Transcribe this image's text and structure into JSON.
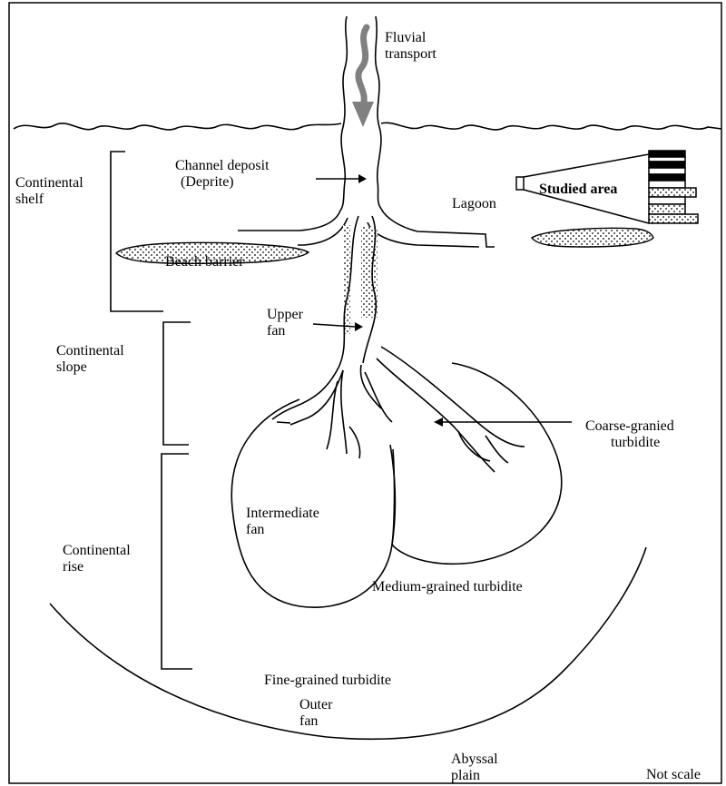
{
  "labels": {
    "fluvial": [
      "Fluvial",
      "transport"
    ],
    "channel": [
      "Channel deposit",
      "(Deprite)"
    ],
    "shelf": [
      "Continental",
      "shelf"
    ],
    "lagoon": "Lagoon",
    "studied": "Studied area",
    "beach": "Beach barrier",
    "upper_fan": [
      "Upper",
      "fan"
    ],
    "slope": [
      "Continental",
      "slope"
    ],
    "coarse": [
      "Coarse-granied",
      "turbidite"
    ],
    "intermediate": [
      "Intermediate",
      "fan"
    ],
    "rise": [
      "Continental",
      "rise"
    ],
    "medium": "Medium-grained turbidite",
    "fine": "Fine-grained turbidite",
    "outer": [
      "Outer",
      "fan"
    ],
    "abyssal": [
      "Abyssal",
      "plain"
    ],
    "scale": "Not scale"
  },
  "colors": {
    "line": "#000000",
    "flow_arrow": "#808080",
    "sand_fill": "#e8e8e8"
  }
}
